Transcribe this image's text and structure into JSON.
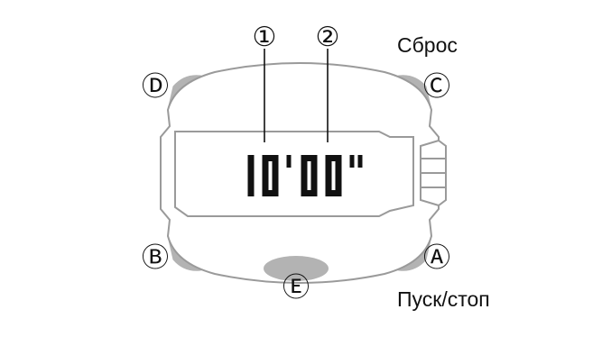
{
  "callouts": [
    {
      "id": "1",
      "symbol": "①"
    },
    {
      "id": "2",
      "symbol": "②"
    }
  ],
  "buttons": {
    "A": {
      "symbol": "Ⓐ",
      "label": "Пуск/стоп"
    },
    "B": {
      "symbol": "Ⓑ"
    },
    "C": {
      "symbol": "Ⓒ",
      "label": "Сброс"
    },
    "D": {
      "symbol": "Ⓓ"
    },
    "E": {
      "symbol": "Ⓔ"
    }
  },
  "display": {
    "reading": "10'00\"",
    "minutes": "10",
    "seconds": "00"
  },
  "colors": {
    "outline": "#9a9a9a",
    "button_fill": "#b3b3b3",
    "digit": "#111111",
    "text": "#111111"
  }
}
